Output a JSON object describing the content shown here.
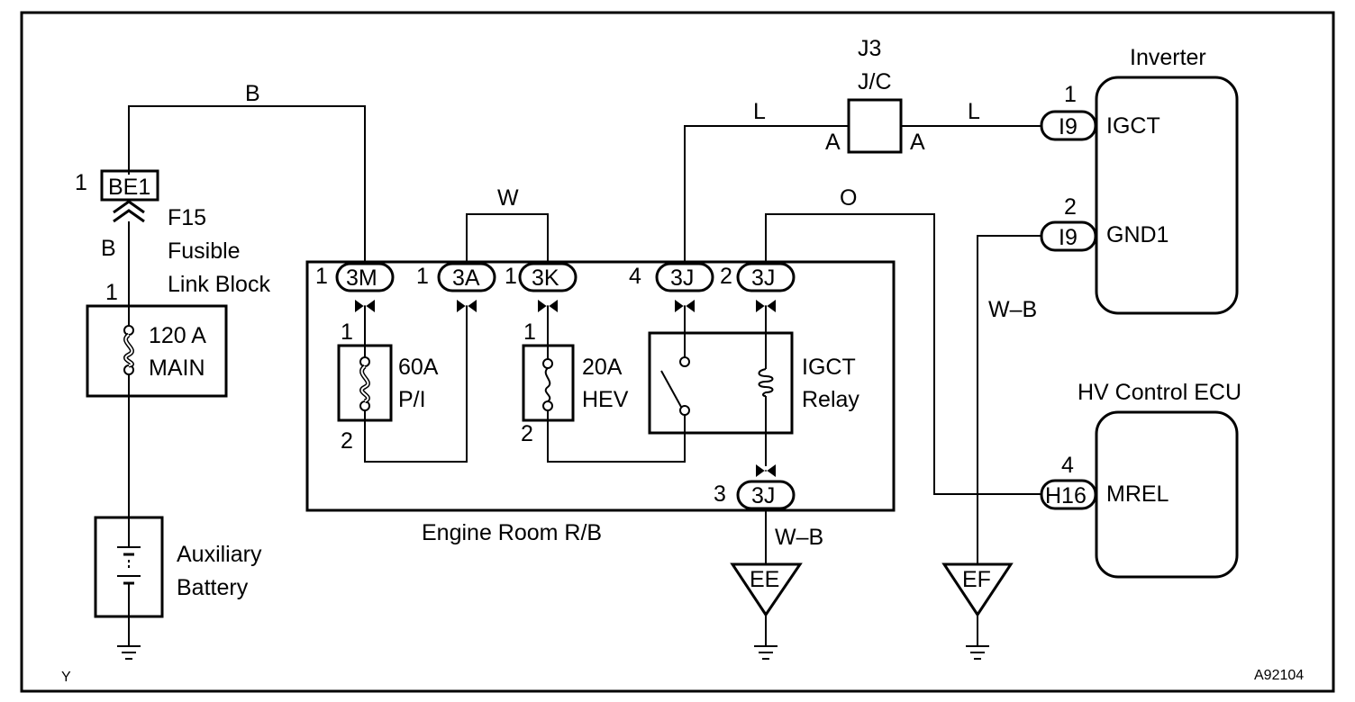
{
  "wires": {
    "b_top": "B",
    "b_mid": "B",
    "w": "W",
    "l_left": "L",
    "l_right": "L",
    "o": "O",
    "wb_right": "W–B",
    "wb_bottom": "W–B"
  },
  "fusible": {
    "connector": "BE1",
    "connector_pin": "1",
    "ref": "F15",
    "name_line1": "Fusible",
    "name_line2": "Link Block",
    "fuse_pin": "1",
    "fuse_rating": "120 A",
    "fuse_name": "MAIN"
  },
  "battery": {
    "line1": "Auxiliary",
    "line2": "Battery"
  },
  "relay_block": {
    "title": "Engine Room R/B",
    "connectors": [
      {
        "pin": "1",
        "id": "3M"
      },
      {
        "pin": "1",
        "id": "3A"
      },
      {
        "pin": "1",
        "id": "3K"
      },
      {
        "pin": "4",
        "id": "3J"
      },
      {
        "pin": "2",
        "id": "3J"
      },
      {
        "pin": "3",
        "id": "3J"
      }
    ],
    "fuse_pi": {
      "pin_top": "1",
      "pin_bottom": "2",
      "rating": "60A",
      "name": "P/I"
    },
    "fuse_hev": {
      "pin_top": "1",
      "pin_bottom": "2",
      "rating": "20A",
      "name": "HEV"
    },
    "relay": {
      "line1": "IGCT",
      "line2": "Relay"
    }
  },
  "junction": {
    "ref": "J3",
    "name": "J/C",
    "pin_left": "A",
    "pin_right": "A"
  },
  "inverter": {
    "title": "Inverter",
    "pins": [
      {
        "pin": "1",
        "connector": "I9",
        "signal": "IGCT"
      },
      {
        "pin": "2",
        "connector": "I9",
        "signal": "GND1"
      }
    ]
  },
  "ecu": {
    "title": "HV Control ECU",
    "pin": {
      "pin": "4",
      "connector": "H16",
      "signal": "MREL"
    }
  },
  "grounds": {
    "ee": "EE",
    "ef": "EF"
  },
  "corner": {
    "left": "Y",
    "right": "A92104"
  }
}
